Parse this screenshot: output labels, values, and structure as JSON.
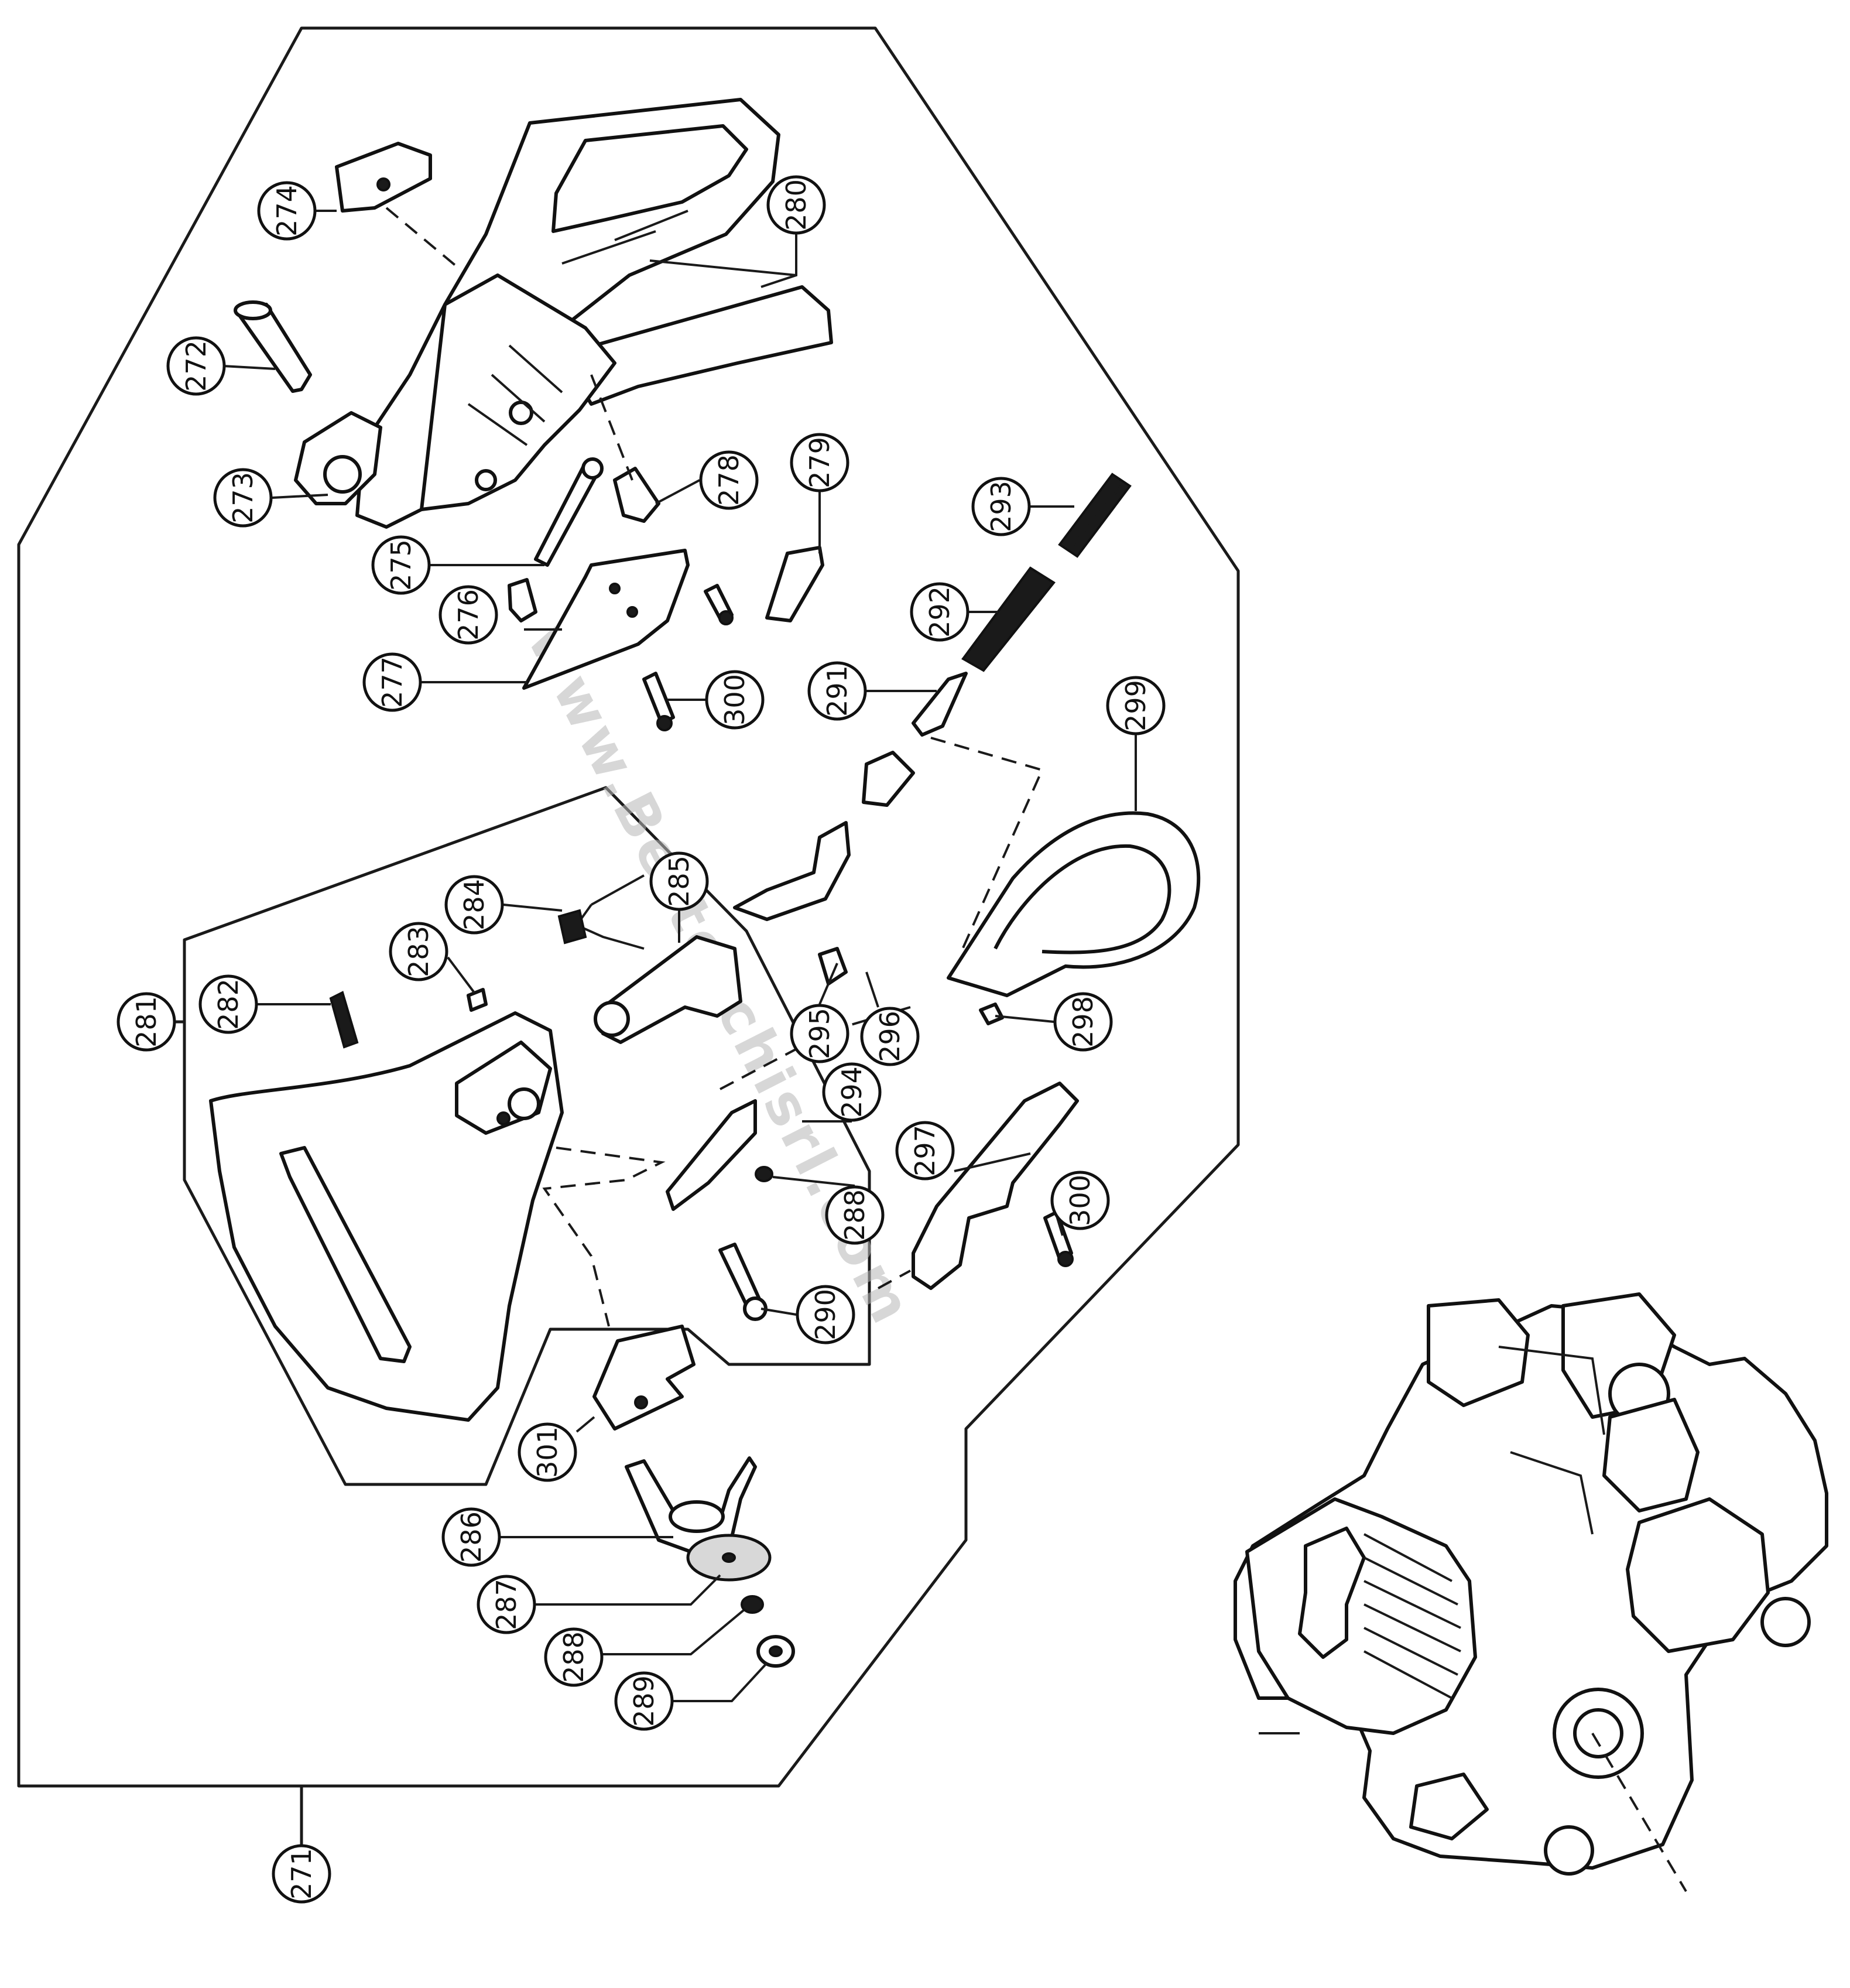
{
  "watermark": "www.Bertocchisrl.com",
  "callouts": {
    "c271": "271",
    "c272": "272",
    "c273": "273",
    "c274": "274",
    "c275": "275",
    "c276": "276",
    "c277": "277",
    "c278": "278",
    "c279": "279",
    "c280": "280",
    "c281": "281",
    "c282": "282",
    "c283": "283",
    "c284": "284",
    "c285": "285",
    "c286": "286",
    "c287": "287",
    "c288a": "288",
    "c288b": "288",
    "c289": "289",
    "c290": "290",
    "c291": "291",
    "c292": "292",
    "c293": "293",
    "c294": "294",
    "c295": "295",
    "c296": "296",
    "c297": "297",
    "c298": "298",
    "c299": "299",
    "c300a": "300",
    "c300b": "300",
    "c301": "301"
  }
}
